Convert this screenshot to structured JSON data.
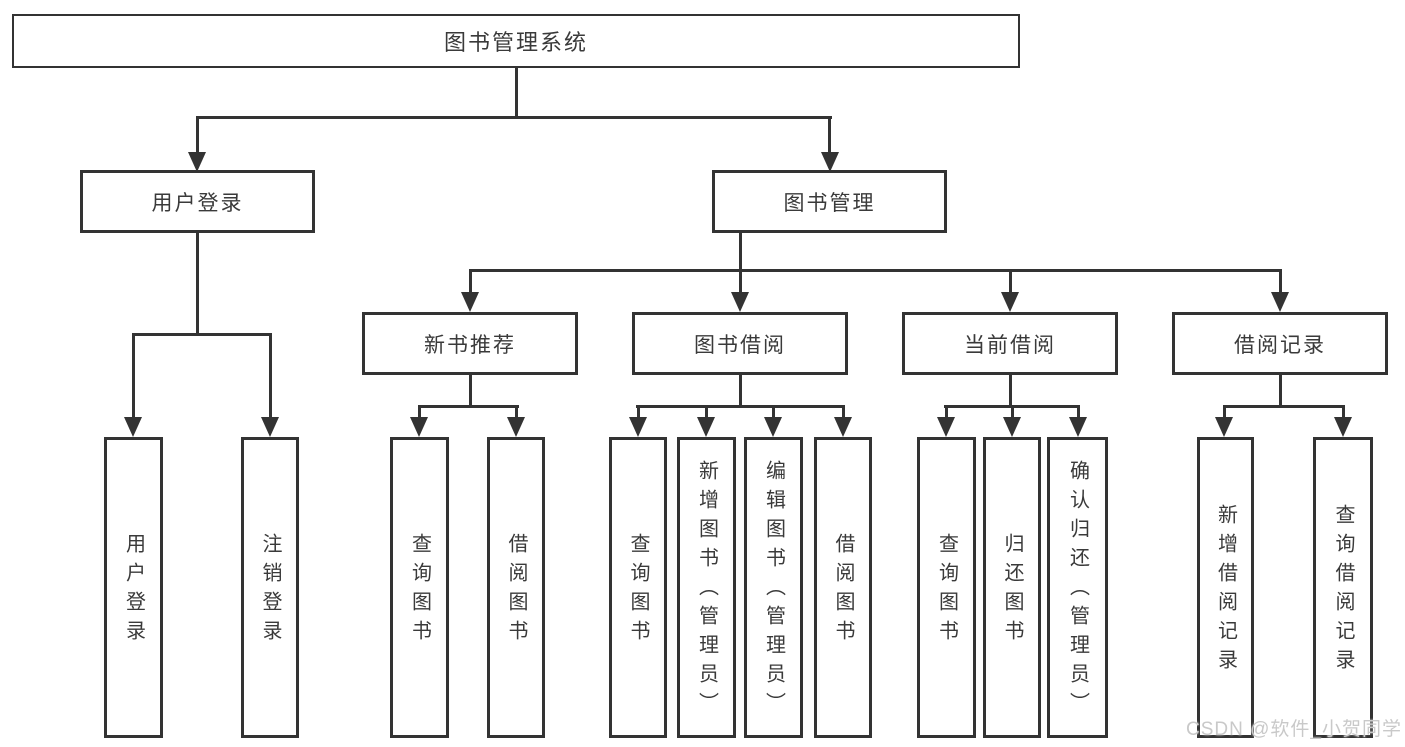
{
  "diagram": {
    "title_node": "图书管理系统",
    "tree": {
      "label": "图书管理系统",
      "children": [
        {
          "label": "用户登录",
          "children": [
            {
              "label": "用户登录"
            },
            {
              "label": "注销登录"
            }
          ]
        },
        {
          "label": "图书管理",
          "children": [
            {
              "label": "新书推荐",
              "children": [
                {
                  "label": "查询图书"
                },
                {
                  "label": "借阅图书"
                }
              ]
            },
            {
              "label": "图书借阅",
              "children": [
                {
                  "label": "查询图书"
                },
                {
                  "label": "新增图书（管理员）"
                },
                {
                  "label": "编辑图书（管理员）"
                },
                {
                  "label": "借阅图书"
                }
              ]
            },
            {
              "label": "当前借阅",
              "children": [
                {
                  "label": "查询图书"
                },
                {
                  "label": "归还图书"
                },
                {
                  "label": "确认归还（管理员）"
                }
              ]
            },
            {
              "label": "借阅记录",
              "children": [
                {
                  "label": "新增借阅记录"
                },
                {
                  "label": "查询借阅记录"
                }
              ]
            }
          ]
        }
      ]
    },
    "colors": {
      "line": "#333333",
      "text": "#3a3a3a",
      "background": "#ffffff",
      "watermark": "#c9c9c9"
    }
  },
  "watermark": {
    "text": "CSDN @软件_小贺同学"
  }
}
